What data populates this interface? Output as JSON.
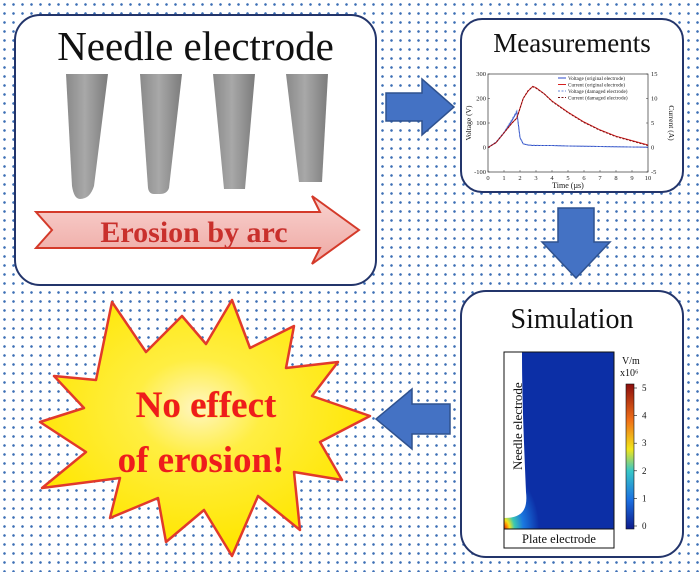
{
  "colors": {
    "frame": "#23356b",
    "flow_arrow": "#4472c4",
    "dots": "#3d6fb5",
    "voltage_original": "#2e49c8",
    "current_original": "#d62020",
    "voltage_damaged": "#6a8ad8",
    "current_damaged": "#7a1010"
  },
  "needle_panel": {
    "title": "Needle electrode",
    "arrow_text": "Erosion by arc"
  },
  "measurements_panel": {
    "title": "Measurements",
    "chart_data": {
      "type": "line",
      "x": [
        0,
        0.5,
        1,
        1.5,
        1.8,
        2,
        2.2,
        2.5,
        2.8,
        3,
        3.5,
        4,
        5,
        6,
        7,
        8,
        9,
        10
      ],
      "series": [
        {
          "name": "Voltage (original electrode)",
          "axis": "left",
          "values": [
            0,
            20,
            60,
            110,
            145,
            40,
            15,
            10,
            8,
            8,
            8,
            8,
            6,
            5,
            4,
            3,
            2,
            1
          ]
        },
        {
          "name": "Current (original electrode)",
          "axis": "right",
          "values": [
            0,
            1,
            3,
            5,
            6,
            8,
            10,
            11.5,
            12.5,
            12.2,
            11,
            9.5,
            7.2,
            5.2,
            3.6,
            2.3,
            1.4,
            0.5
          ]
        },
        {
          "name": "Voltage (damaged electrode)",
          "axis": "left",
          "values": [
            0,
            22,
            62,
            115,
            150,
            42,
            16,
            11,
            9,
            9,
            8,
            8,
            6,
            5,
            4,
            3,
            2,
            1
          ]
        },
        {
          "name": "Current (damaged electrode)",
          "axis": "right",
          "values": [
            0,
            1,
            3,
            5,
            6,
            8,
            10,
            11.6,
            12.4,
            12.1,
            11,
            9.4,
            7.1,
            5.1,
            3.5,
            2.2,
            1.3,
            0.4
          ]
        }
      ],
      "xlabel": "Time (µs)",
      "ylabel": "Voltage (V)",
      "ylabel_right": "Current (A)",
      "xlim": [
        0,
        10
      ],
      "ylim": [
        -100,
        300
      ],
      "ylim_right": [
        -5,
        15
      ],
      "xticks": [
        "0",
        "1",
        "2",
        "3",
        "4",
        "5",
        "6",
        "7",
        "8",
        "9",
        "10"
      ],
      "yticks": [
        "-100",
        "0",
        "100",
        "200",
        "300"
      ],
      "yticks_right": [
        "-5",
        "0",
        "5",
        "10",
        "15"
      ],
      "legend": [
        "Voltage (original electrode)",
        "Current (original electrode)",
        "Voltage (damaged electrode)",
        "Current (damaged electrode)"
      ],
      "legend_position": "top-right"
    }
  },
  "simulation_panel": {
    "title": "Simulation",
    "needle_label": "Needle electrode",
    "plate_label": "Plate electrode",
    "colorbar_unit": "V/m",
    "colorbar_scale": "x10⁶",
    "colorbar_ticks": [
      "5",
      "4",
      "3",
      "2",
      "1",
      "0"
    ]
  },
  "result": {
    "line1": "No effect",
    "line2": "of erosion!"
  }
}
